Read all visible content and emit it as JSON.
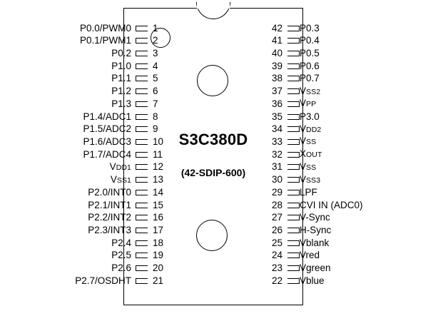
{
  "diagram": {
    "type": "ic-pinout",
    "part_number": "S3C380D",
    "package": "(42-SDIP-600)",
    "pin_count": 42,
    "notch_position": "top-center",
    "markings": {
      "circles": [
        "die-mark-small",
        "die-mark-mid",
        "die-mark-lower"
      ]
    },
    "left_pins": [
      {
        "number": "1",
        "label": "P0.0/PWM0"
      },
      {
        "number": "2",
        "label": "P0.1/PWM1"
      },
      {
        "number": "3",
        "label": "P0.2"
      },
      {
        "number": "4",
        "label": "P1.0"
      },
      {
        "number": "5",
        "label": "P1.1"
      },
      {
        "number": "6",
        "label": "P1.2"
      },
      {
        "number": "7",
        "label": "P1.3"
      },
      {
        "number": "8",
        "label": "P1.4/ADC1"
      },
      {
        "number": "9",
        "label": "P1.5/ADC2"
      },
      {
        "number": "10",
        "label": "P1.6/ADC3"
      },
      {
        "number": "11",
        "label": "P1.7/ADC4"
      },
      {
        "number": "12",
        "label": "VDD1",
        "base": "V",
        "sub": "DD1"
      },
      {
        "number": "13",
        "label": "VSS1",
        "base": "V",
        "sub": "SS1"
      },
      {
        "number": "14",
        "label": "P2.0/INT0"
      },
      {
        "number": "15",
        "label": "P2.1/INT1"
      },
      {
        "number": "16",
        "label": "P2.2/INT2"
      },
      {
        "number": "17",
        "label": "P2.3/INT3"
      },
      {
        "number": "18",
        "label": "P2.4"
      },
      {
        "number": "19",
        "label": "P2.5"
      },
      {
        "number": "20",
        "label": "P2.6"
      },
      {
        "number": "21",
        "label": "P2.7/OSDHT"
      }
    ],
    "right_pins": [
      {
        "number": "42",
        "label": "P0.3"
      },
      {
        "number": "41",
        "label": "P0.4"
      },
      {
        "number": "40",
        "label": "P0.5"
      },
      {
        "number": "39",
        "label": "P0.6"
      },
      {
        "number": "38",
        "label": "P0.7"
      },
      {
        "number": "37",
        "label": "VSS2",
        "base": "V",
        "sub": "SS2"
      },
      {
        "number": "36",
        "label": "VPP",
        "base": "V",
        "sub": "PP"
      },
      {
        "number": "35",
        "label": "P3.0"
      },
      {
        "number": "34",
        "label": "VDD2",
        "base": "V",
        "sub": "DD2"
      },
      {
        "number": "33",
        "label": "VSS",
        "base": "V",
        "sub": "SS"
      },
      {
        "number": "32",
        "label": "XOUT",
        "base": "X",
        "sub": "OUT"
      },
      {
        "number": "31",
        "label": "VSS",
        "base": "V",
        "sub": "SS"
      },
      {
        "number": "30",
        "label": "VSS3",
        "base": "V",
        "sub": "SS3"
      },
      {
        "number": "29",
        "label": "LPF"
      },
      {
        "number": "28",
        "label": "CVI IN (ADC0)"
      },
      {
        "number": "27",
        "label": "V-Sync"
      },
      {
        "number": "26",
        "label": "H-Sync"
      },
      {
        "number": "25",
        "label": "Vblank"
      },
      {
        "number": "24",
        "label": "Vred"
      },
      {
        "number": "23",
        "label": "Vgreen"
      },
      {
        "number": "22",
        "label": "Vblue"
      }
    ],
    "colors": {
      "background": "#ffffff",
      "line": "#000000",
      "text": "#000000"
    }
  }
}
